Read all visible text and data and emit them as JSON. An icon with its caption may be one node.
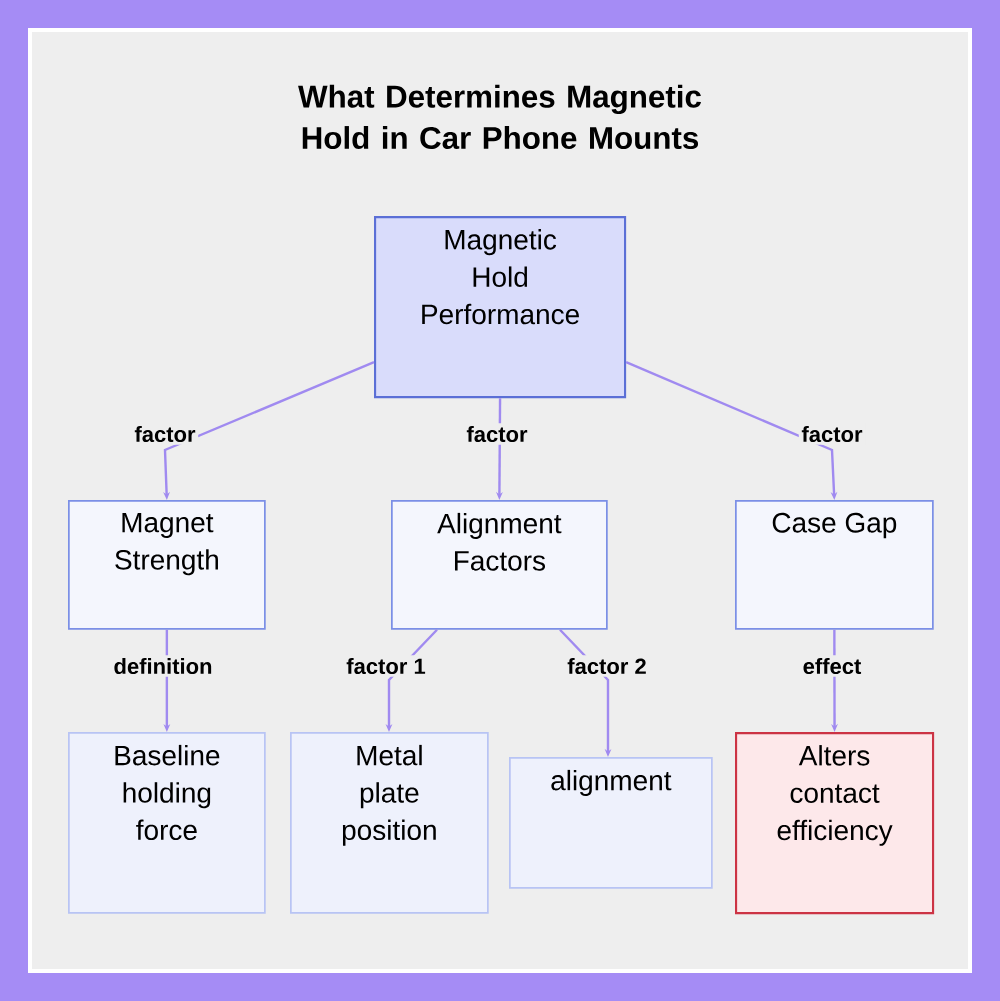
{
  "diagram": {
    "title": "What Determines Magnetic Hold in Car Phone Mounts",
    "nodes": [
      {
        "text": [
          "Magnetic Hold Performance"
        ]
      },
      {
        "text": [
          "Magnet Strength"
        ]
      },
      {
        "text": [
          "Alignment Factors"
        ]
      },
      {
        "text": [
          "Case Gap"
        ]
      },
      {
        "text": [
          "Baseline holding force"
        ]
      },
      {
        "text": [
          "Metal plate position"
        ]
      },
      {
        "text": [
          "alignment"
        ]
      },
      {
        "text": [
          "Alters contact efficiency"
        ]
      }
    ],
    "edges": [
      {
        "from": 0,
        "to": 1,
        "arrow": "to",
        "label": "factor"
      },
      {
        "from": 0,
        "to": 2,
        "arrow": "to",
        "label": "factor"
      },
      {
        "from": 0,
        "to": 3,
        "arrow": "to",
        "label": "factor"
      },
      {
        "from": 1,
        "to": 4,
        "arrow": "to",
        "label": "definition"
      },
      {
        "from": 2,
        "to": 5,
        "arrow": "to",
        "label": "factor 1"
      },
      {
        "from": 2,
        "to": 6,
        "arrow": "to",
        "label": "factor 2"
      },
      {
        "from": 3,
        "to": 7,
        "arrow": "to",
        "label": "effect"
      }
    ]
  }
}
